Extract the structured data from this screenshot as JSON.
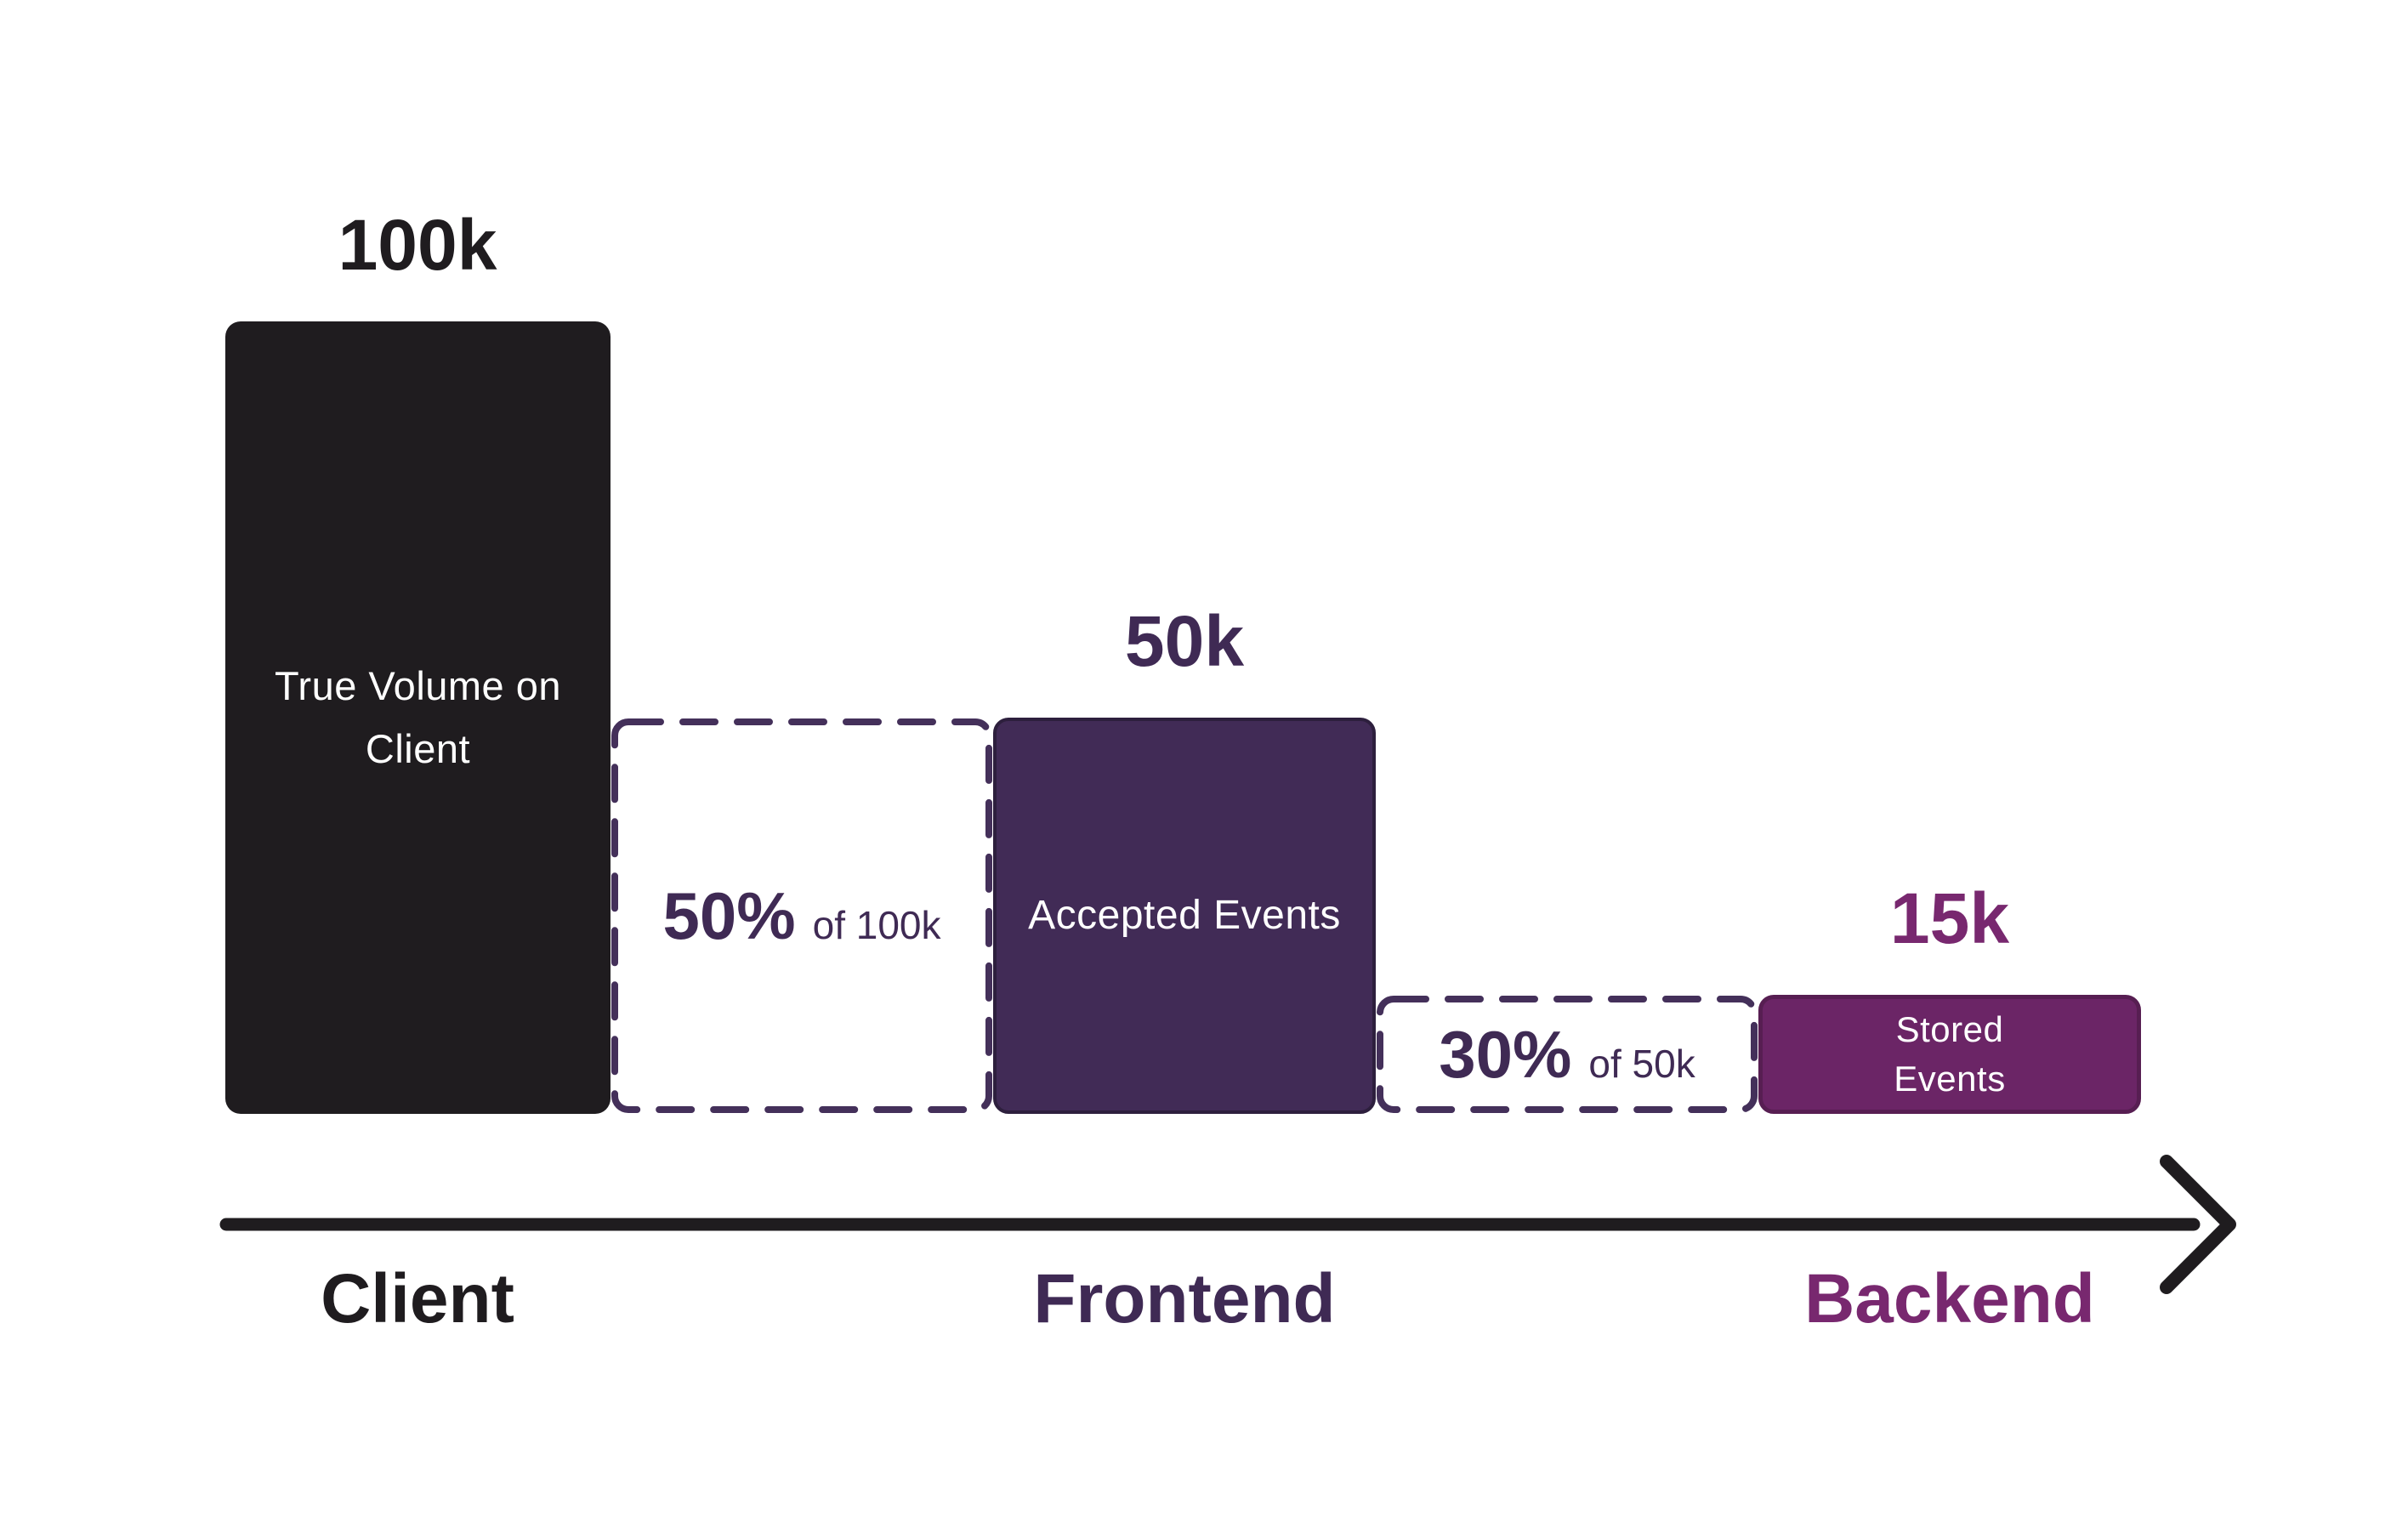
{
  "chart_data": {
    "type": "bar",
    "title": "",
    "categories": [
      "Client",
      "Frontend",
      "Backend"
    ],
    "values": [
      100000,
      50000,
      15000
    ],
    "value_labels": [
      "100k",
      "50k",
      "15k"
    ],
    "bar_labels": [
      "True Volume on Client",
      "Accepted Events",
      "Stored Events"
    ],
    "drop_annotations": [
      {
        "pct": "50%",
        "of": "of 100k"
      },
      {
        "pct": "30%",
        "of": "of 50k"
      }
    ],
    "ylim": [
      0,
      100000
    ],
    "grid": false,
    "legend": "none",
    "axis_flow": [
      "Client",
      "Frontend",
      "Backend"
    ],
    "colors": {
      "client_bar": "#1f1c1f",
      "frontend_bar": "#412b56",
      "backend_bar": "#6b2566",
      "dashed_border": "#44305a",
      "client_text": "#1f1c1f",
      "frontend_text": "#3f2a54",
      "backend_text": "#78286f",
      "drop_text": "#3f2a54",
      "bar_text": "#ffffff",
      "axis_arrow": "#1f1c1f",
      "background": "#ffffff"
    }
  }
}
